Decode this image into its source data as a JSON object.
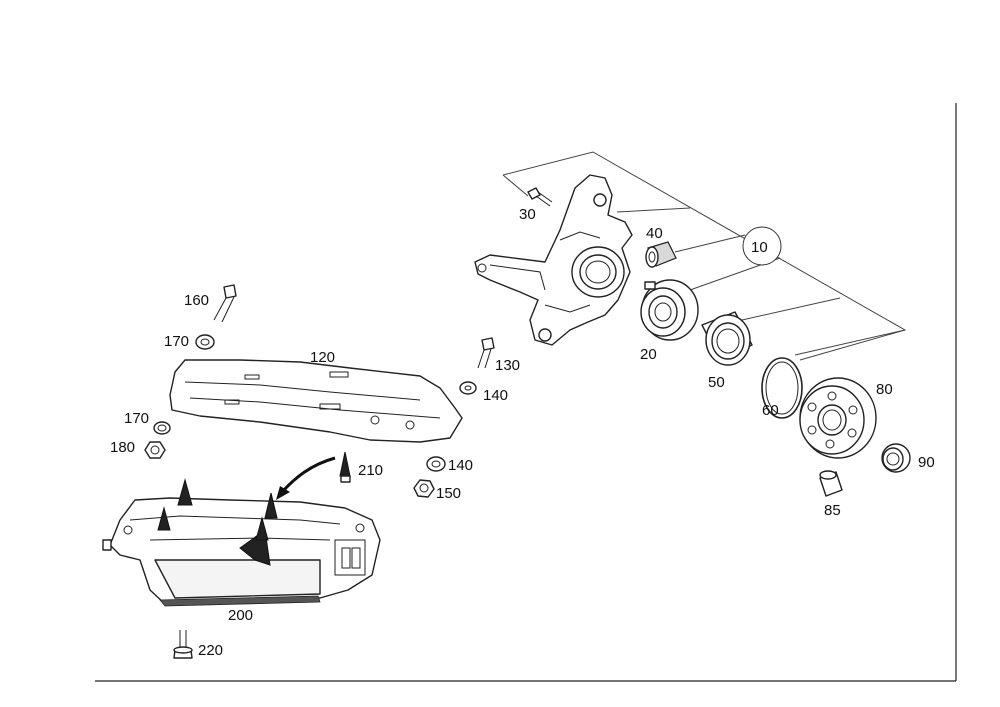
{
  "callouts": {
    "p10": "10",
    "p20": "20",
    "p30": "30",
    "p40": "40",
    "p50": "50",
    "p60": "60",
    "p80": "80",
    "p85": "85",
    "p90": "90",
    "p120": "120",
    "p130": "130",
    "p140a": "140",
    "p140b": "140",
    "p150": "150",
    "p160": "160",
    "p170a": "170",
    "p170b": "170",
    "p180": "180",
    "p200": "200",
    "p210": "210",
    "p220": "220"
  }
}
